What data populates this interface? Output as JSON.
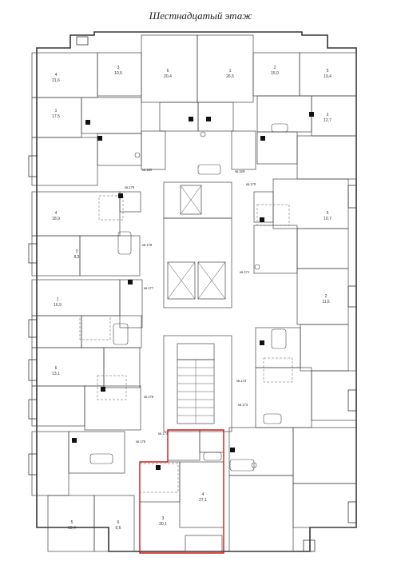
{
  "floor_title": "Шестнадцатый этаж",
  "apartments": [
    {
      "label": "кв.180"
    },
    {
      "label": "кв.179"
    },
    {
      "label": "кв.178"
    },
    {
      "label": "кв.177"
    },
    {
      "label": "кв.176"
    },
    {
      "label": "кв.175"
    },
    {
      "label": "кв.174"
    },
    {
      "label": "кв.169"
    },
    {
      "label": "кв.170"
    },
    {
      "label": "кв.171"
    },
    {
      "label": "кв.172"
    },
    {
      "label": "кв.173"
    }
  ],
  "rooms": [
    {
      "no": "1",
      "area": "26,5"
    },
    {
      "no": "2",
      "area": "15,0"
    },
    {
      "no": "3",
      "area": "10,5"
    },
    {
      "no": "4",
      "area": "18,9"
    },
    {
      "no": "5",
      "area": "10,7"
    },
    {
      "no": "6",
      "area": "20,4"
    },
    {
      "no": "1",
      "area": "17,5"
    },
    {
      "no": "2",
      "area": "12,7"
    },
    {
      "no": "3",
      "area": "8,3"
    },
    {
      "no": "4",
      "area": "21,6"
    },
    {
      "no": "5",
      "area": "19,4"
    },
    {
      "no": "6",
      "area": "13,1"
    },
    {
      "no": "1",
      "area": "16,9"
    },
    {
      "no": "2",
      "area": "11,6"
    },
    {
      "no": "3",
      "area": "30,1"
    },
    {
      "no": "4",
      "area": "27,1"
    },
    {
      "no": "5",
      "area": "10,4"
    },
    {
      "no": "6",
      "area": "6,6"
    }
  ],
  "highlight_color": "#d01818",
  "line_color": "#333333"
}
